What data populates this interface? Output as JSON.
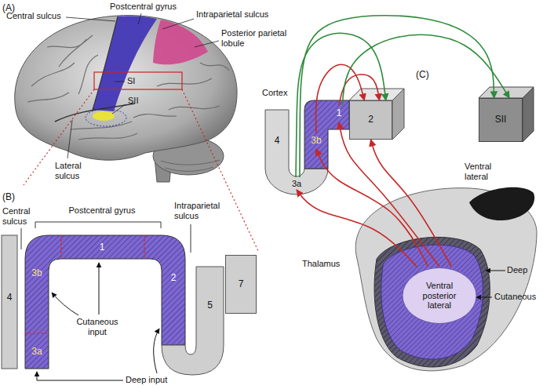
{
  "diagram": {
    "nodes": [
      {
        "text": [
          "4"
        ]
      },
      {
        "text": [
          "3b"
        ]
      },
      {
        "text": [
          "1"
        ]
      },
      {
        "text": [
          "2"
        ]
      },
      {
        "text": [
          "5"
        ]
      },
      {
        "text": [
          "7"
        ]
      },
      {
        "text": [
          "3a"
        ]
      },
      {
        "text": [
          "4"
        ]
      },
      {
        "text": [
          "3a"
        ]
      },
      {
        "text": [
          "3b"
        ]
      },
      {
        "text": [
          "1"
        ]
      },
      {
        "text": [
          "2"
        ]
      },
      {
        "text": [
          "SII"
        ]
      },
      {
        "text": [
          "Ventral posterior lateral"
        ]
      }
    ],
    "edges": [
      {
        "from": 13,
        "to": 8,
        "arrow": "to"
      },
      {
        "from": 13,
        "to": 9,
        "arrow": "to"
      },
      {
        "from": 13,
        "to": 10,
        "arrow": "to"
      },
      {
        "from": 13,
        "to": 11,
        "arrow": "to"
      },
      {
        "from": 9,
        "to": 11,
        "arrow": "to"
      },
      {
        "from": 10,
        "to": 11,
        "arrow": "to"
      },
      {
        "from": 8,
        "to": 11,
        "arrow": "to"
      },
      {
        "from": 8,
        "to": 12,
        "arrow": "to"
      },
      {
        "from": 10,
        "to": 12,
        "arrow": "to"
      }
    ],
    "labels": [
      "(A)",
      "Central sulcus",
      "Postcentral gyrus",
      "Intraparietal sulcus",
      "Posterior parietal lobule",
      "SI",
      "SII",
      "Lateral sulcus",
      "(B)",
      "Central sulcus",
      "Postcentral gyrus",
      "Intraparietal sulcus",
      "Cutaneous input",
      "Deep input",
      "(C)",
      "Cortex",
      "Thalamus",
      "Ventral lateral",
      "Deep",
      "Cutaneous"
    ]
  }
}
